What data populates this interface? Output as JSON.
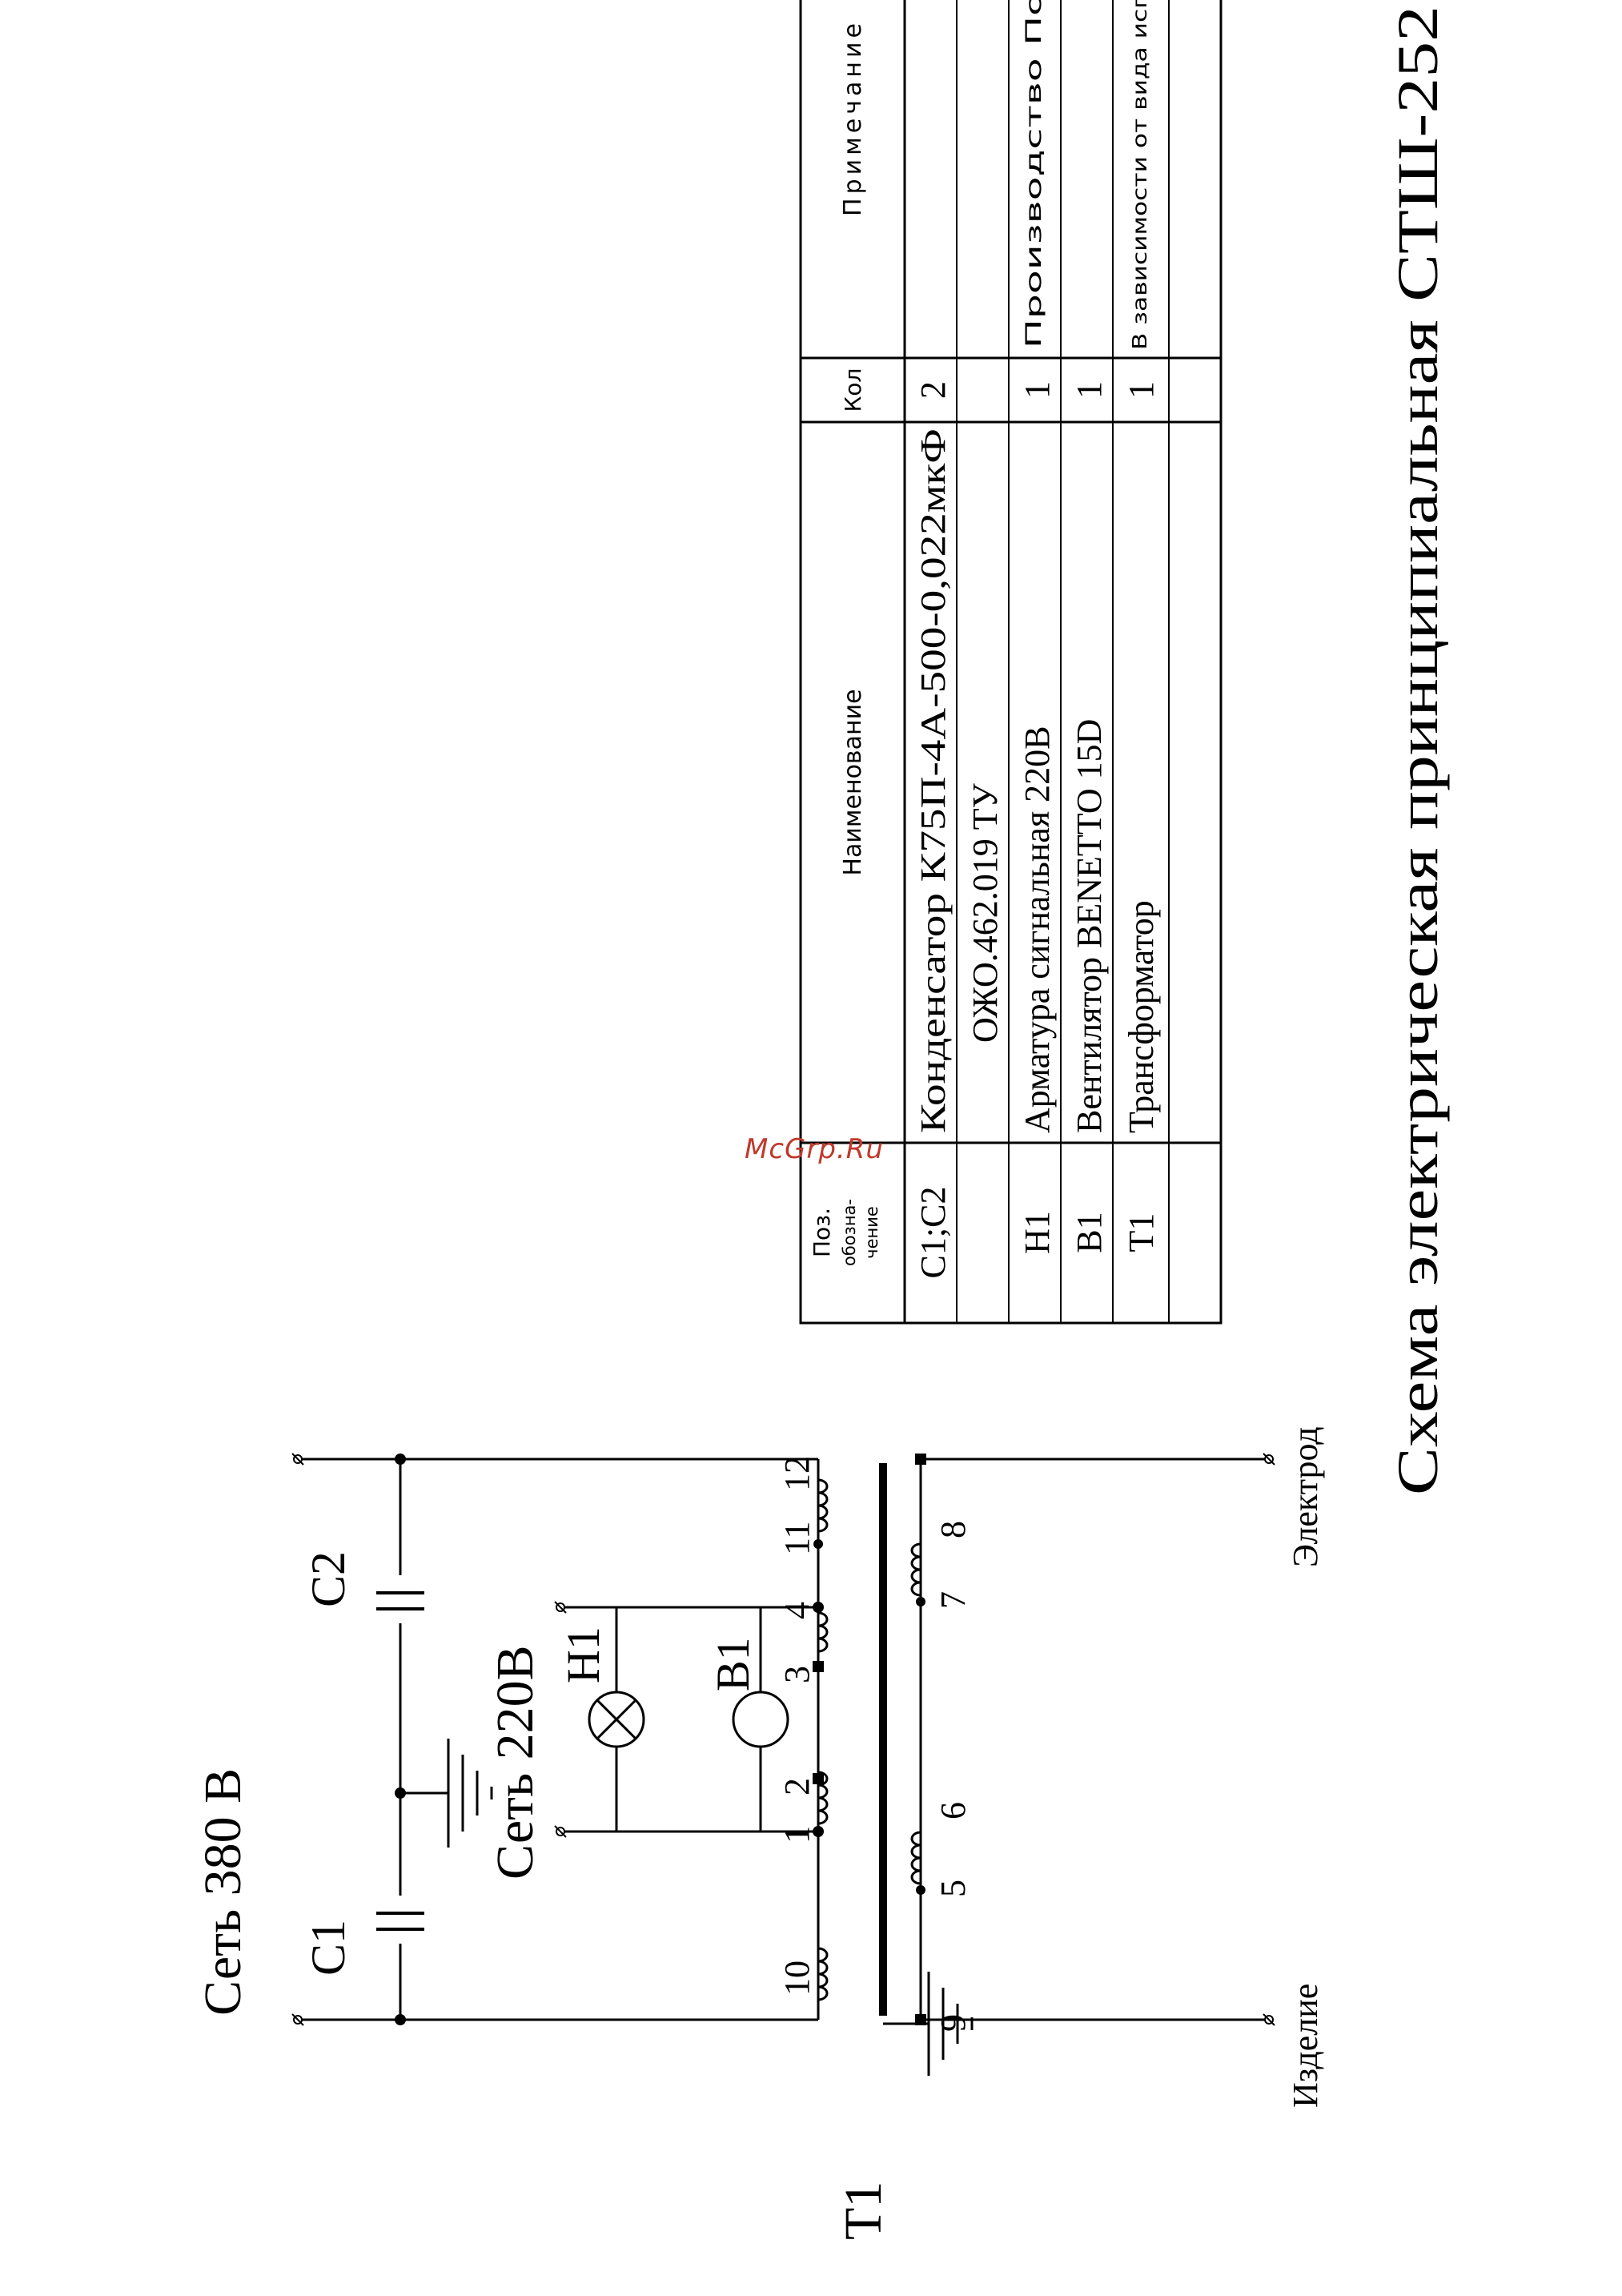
{
  "diagram": {
    "title": "Схема  электрическая   принципиальная СТШ-252",
    "mains_380": "Сеть 380 В",
    "mains_220": "Сеть 220В",
    "labels": {
      "c1": "C1",
      "c2": "C2",
      "h1": "H1",
      "b1": "B1",
      "t1": "T1",
      "product": "Изделие",
      "electrode": "Электрод"
    },
    "terminals": {
      "p10": "10",
      "p1": "1",
      "p2": "2",
      "p3": "3",
      "p4": "4",
      "p11": "11",
      "p12": "12",
      "p5": "5",
      "p6": "6",
      "p7": "7",
      "p8": "8",
      "p9": "9"
    }
  },
  "bom": {
    "headers": {
      "pos_line1": "Поз.",
      "pos_line2": "обозна-",
      "pos_line3": "чение",
      "name": "Наименование",
      "qty": "Кол",
      "note": "Примечание"
    },
    "rows": [
      {
        "pos": "C1;C2",
        "name": "Конденсатор К75П-4А-500-0,022мкФ",
        "qty": "2",
        "note": ""
      },
      {
        "pos": "",
        "name": "ОЖО.462.019 ТУ",
        "qty": "",
        "note": ""
      },
      {
        "pos": "H1",
        "name": "Арматура сигнальная  220В",
        "qty": "1",
        "note": "Производство Польша"
      },
      {
        "pos": "B1",
        "name": "Вентилятор   BENETTO 15D",
        "qty": "1",
        "note": ""
      },
      {
        "pos": "T1",
        "name": "Трансформатор",
        "qty": "1",
        "note": "В зависимости от вида исполнения"
      },
      {
        "pos": "",
        "name": "",
        "qty": "",
        "note": ""
      }
    ]
  },
  "watermark": "McGrp.Ru"
}
